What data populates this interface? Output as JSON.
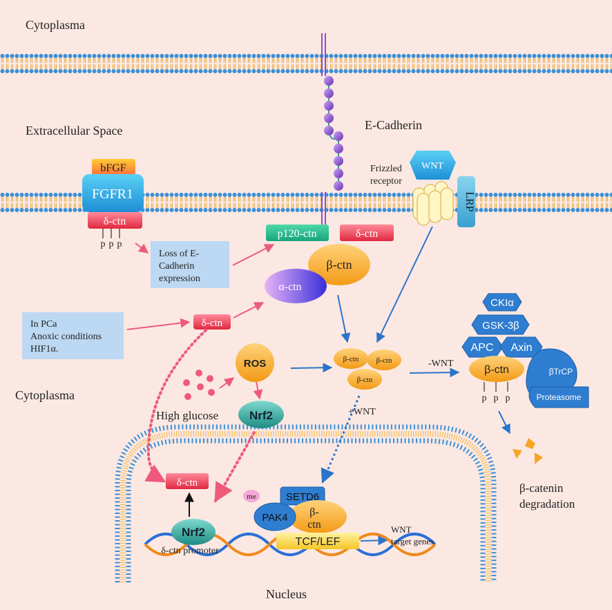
{
  "labels": {
    "cytoplasma_top": "Cytoplasma",
    "extracellular": "Extracellular Space",
    "e_cadherin": "E-Cadherin",
    "frizzled_1": "Frizzled",
    "frizzled_2": "receptor",
    "wnt": "WNT",
    "lrp": "LRP",
    "bfgf": "bFGF",
    "fgfr1": "FGFR1",
    "d_ctn": "δ-ctn",
    "p": "p",
    "p120": "p120-ctn",
    "b_ctn": "β-ctn",
    "a_ctn": "α-ctn",
    "loss_1": "Loss of E-",
    "loss_2": "Cadherin",
    "loss_3": "expression",
    "pca_1": "In PCa",
    "pca_2": "Anoxic conditions",
    "pca_3": "HIF1α.",
    "ros": "ROS",
    "high_glucose": "High glucose",
    "nrf2": "Nrf2",
    "cytoplasma_mid": "Cytoplasma",
    "minus_wnt": "-WNT",
    "plus_wnt": "+WNT",
    "cki": "CKIα",
    "gsk": "GSK-3β",
    "apc": "APC",
    "axin": "Axin",
    "btrcp": "βTrCP",
    "proteasome": "Proteasome",
    "degradation_1": "β-catenin",
    "degradation_2": "degradation",
    "me": "me",
    "setd6": "SETD6",
    "pak4": "PAK4",
    "beta_short_1": "β-",
    "beta_short_2": "ctn",
    "tcf": "TCF/LEF",
    "promoter": "δ-ctn promoter",
    "wnt_target_1": "WNT",
    "wnt_target_2": "target genes",
    "nucleus": "Nucleus"
  },
  "colors": {
    "background": "#fbe8e3",
    "membrane_head": "#3b8fd6",
    "membrane_tail": "#f2b53a",
    "arrow_pink": "#ee5a7a",
    "arrow_blue": "#2a74c9",
    "delta_red": "#e8354f",
    "beta_orange": "#f5a623",
    "teal": "#2f9e96",
    "complex_blue": "#2e7dd1",
    "purple": "#8a4fc8"
  }
}
